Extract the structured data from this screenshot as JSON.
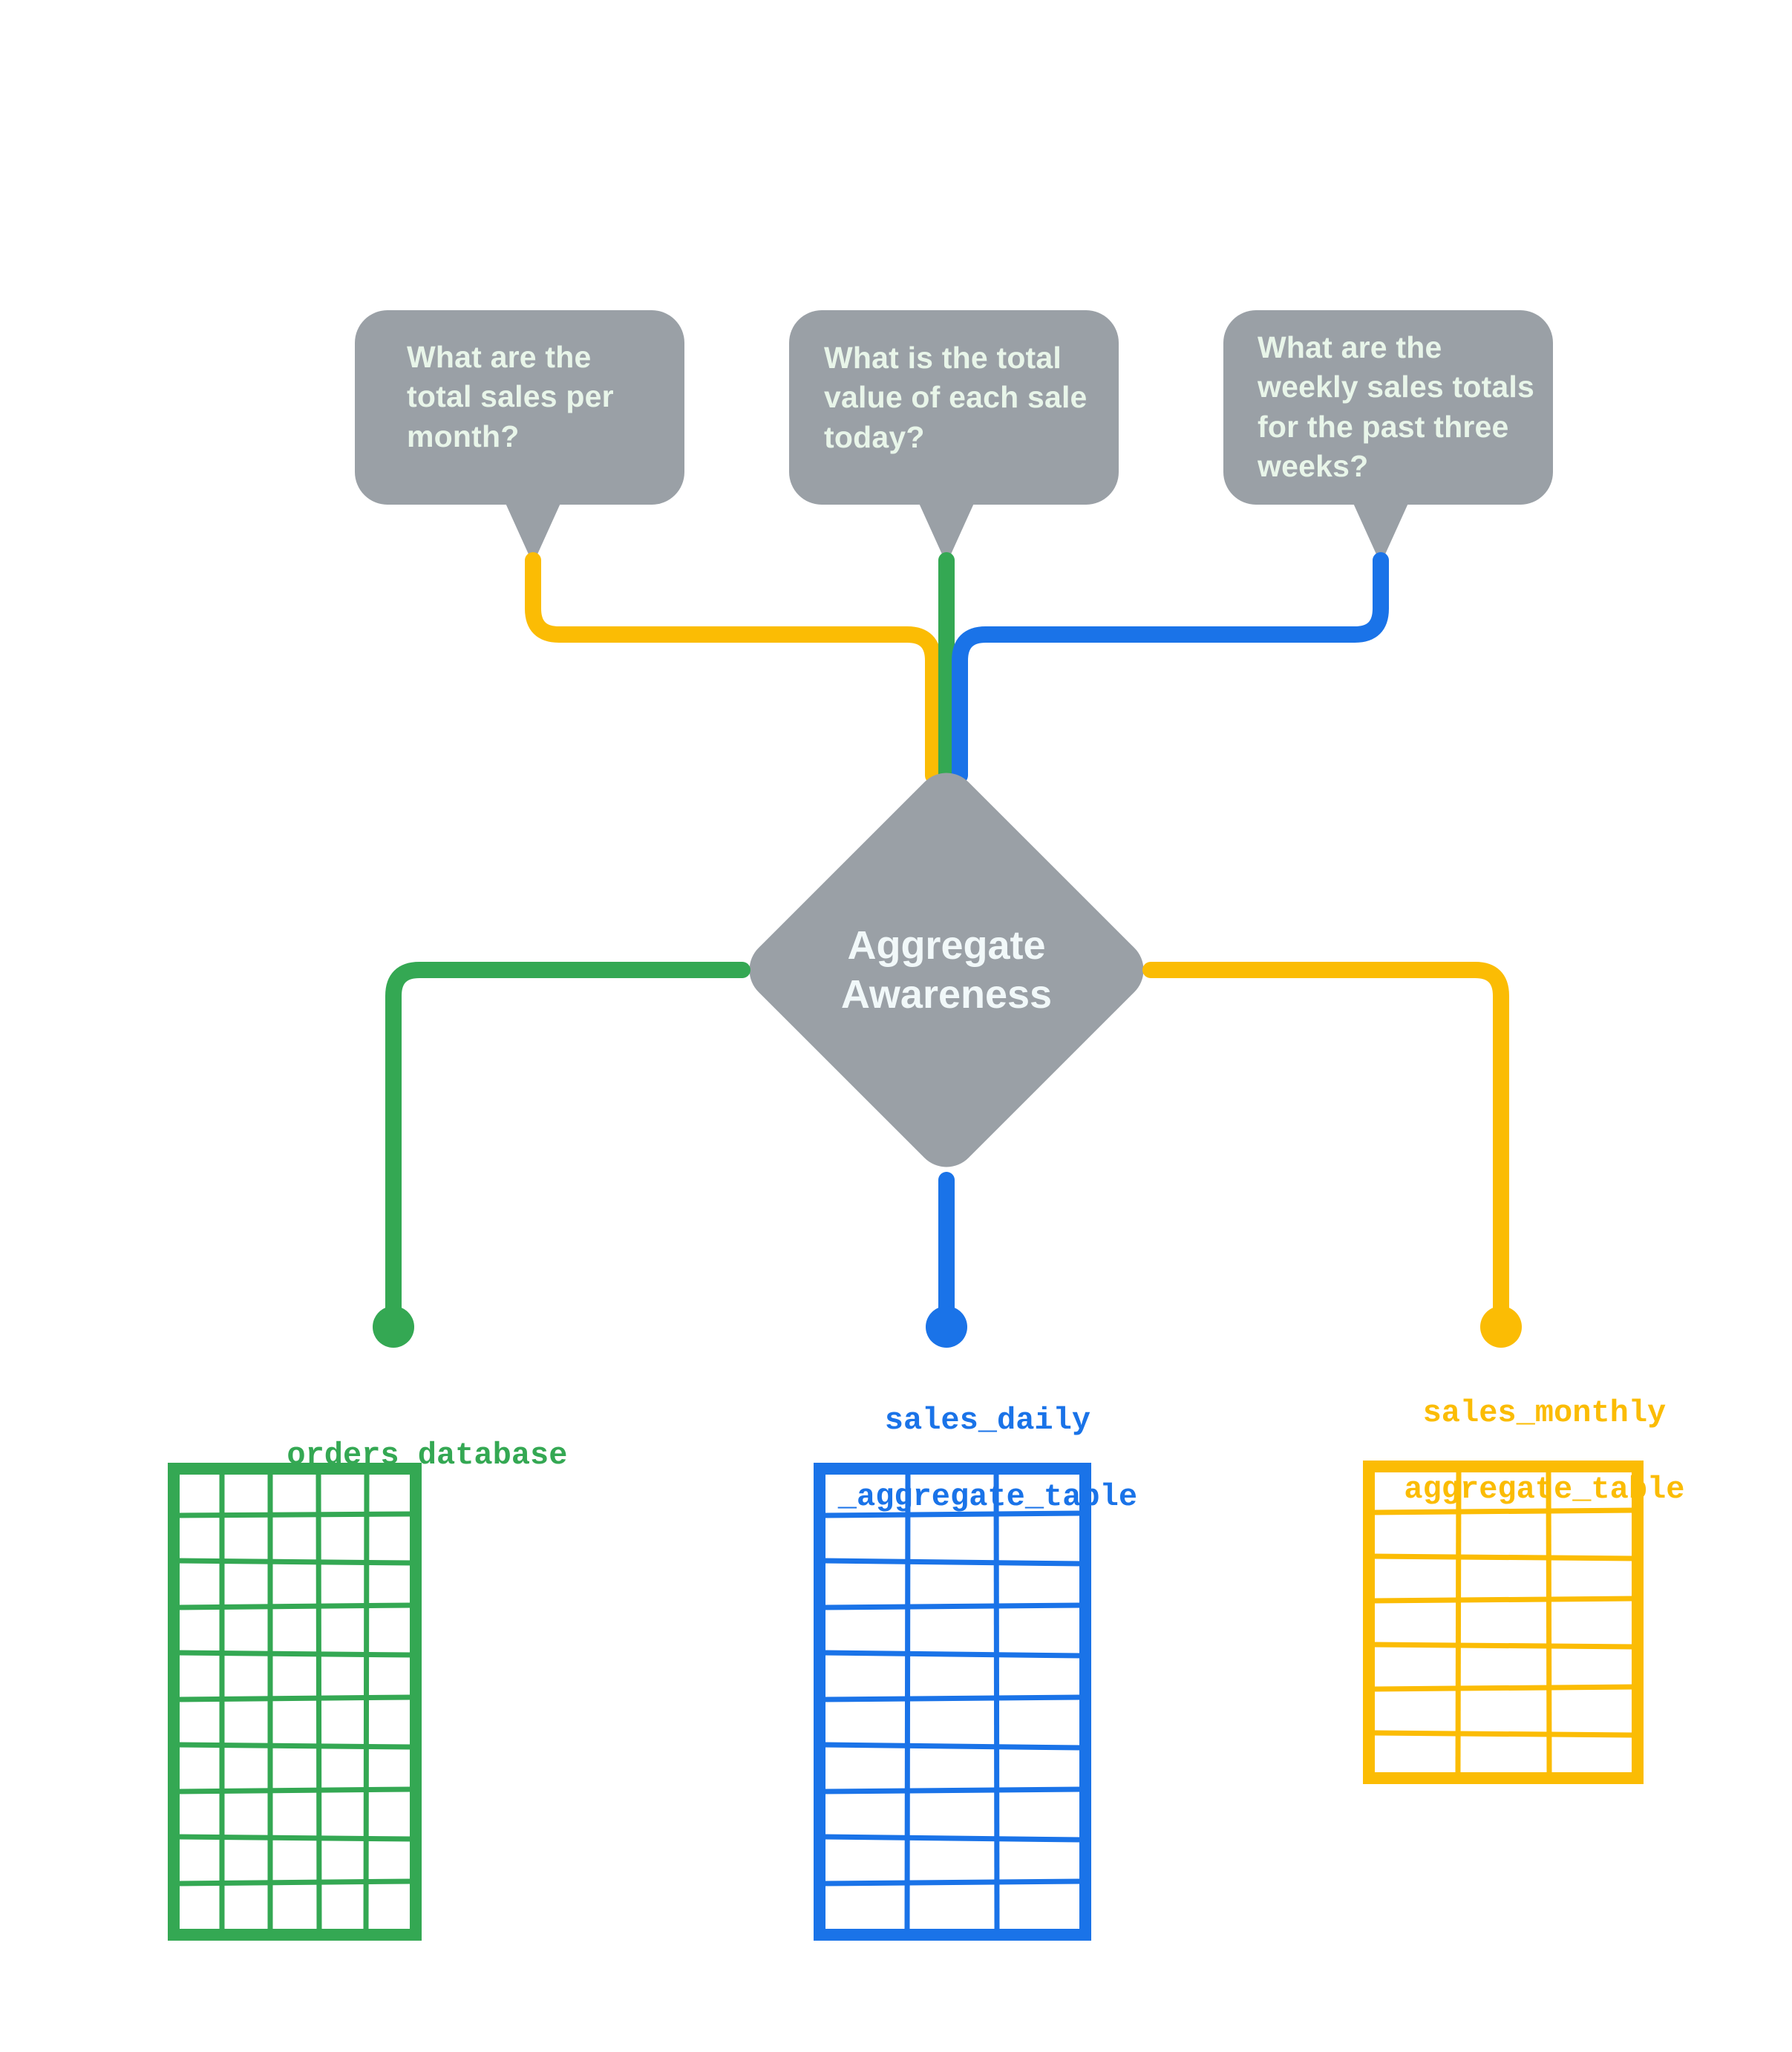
{
  "diagram": {
    "title": "Aggregate Awareness",
    "colors": {
      "gray": "#9AA0A6",
      "bubble_text": "#E8F5E9",
      "node_text": "#F1F8F9",
      "green": "#34A853",
      "blue": "#1A73E8",
      "yellow": "#FBBC04",
      "background": "#FFFFFF"
    }
  },
  "questions": [
    {
      "id": "q-monthly",
      "text": "What are the total sales per month?",
      "color": "#FBBC04"
    },
    {
      "id": "q-daily",
      "text": "What is the total value of each sale today?",
      "color": "#34A853"
    },
    {
      "id": "q-weekly",
      "text": "What are the weekly sales totals for the past three weeks?",
      "color": "#1A73E8"
    }
  ],
  "node": {
    "label_line1": "Aggregate",
    "label_line2": "Awareness"
  },
  "tables": [
    {
      "id": "orders-database",
      "label_line1": "orders_database",
      "label_line2": "",
      "color": "#34A853",
      "columns": 5,
      "rows": 10
    },
    {
      "id": "sales-daily-aggregate-table",
      "label_line1": "sales_daily",
      "label_line2": "_aggregate_table",
      "color": "#1A73E8",
      "columns": 3,
      "rows": 10
    },
    {
      "id": "sales-monthly-aggregate-table",
      "label_line1": "sales_monthly",
      "label_line2": "aggregate_table",
      "color": "#FBBC04",
      "columns": 3,
      "rows": 7
    }
  ]
}
